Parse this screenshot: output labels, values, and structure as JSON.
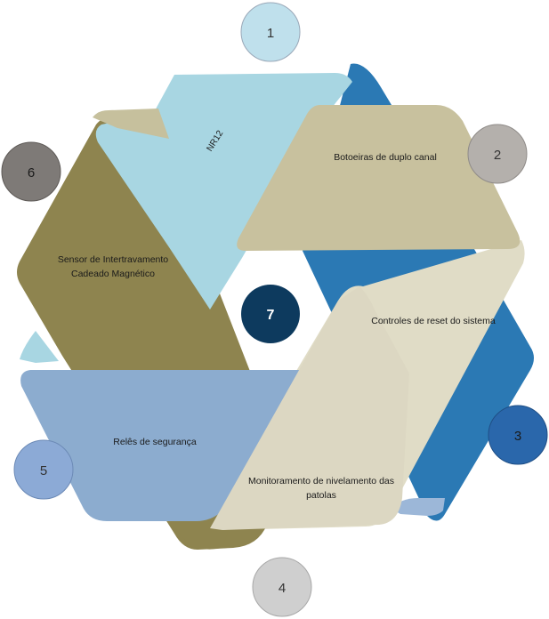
{
  "diagram": {
    "segments": [
      {
        "id": "s1",
        "label": "NR12",
        "color": "#a8d6e2"
      },
      {
        "id": "s2",
        "label": "Botoeiras de duplo canal",
        "color": "#c8c19e"
      },
      {
        "id": "s3",
        "label": "Controles de reset do sistema",
        "color": "#2b79b4"
      },
      {
        "id": "s4",
        "label_lines": [
          "Monitoramento de nivelamento das",
          "patolas"
        ],
        "color": "#dcd7c2"
      },
      {
        "id": "s5",
        "label": "Relês de segurança",
        "color": "#8caccf"
      },
      {
        "id": "s6",
        "label_lines": [
          "Sensor de Intertravamento",
          "Cadeado Magnético"
        ],
        "color": "#8e844f"
      }
    ],
    "circles": [
      {
        "number": "1",
        "color": "#bfe0ec",
        "text_color": "#333333"
      },
      {
        "number": "2",
        "color": "#b4b0ac",
        "text_color": "#333333"
      },
      {
        "number": "3",
        "color": "#2a67ab",
        "text_color": "#1a1a1a"
      },
      {
        "number": "4",
        "color": "#cfcfcf",
        "text_color": "#333333"
      },
      {
        "number": "5",
        "color": "#8caad6",
        "text_color": "#333333"
      },
      {
        "number": "6",
        "color": "#7e7a77",
        "text_color": "#1a1a1a"
      },
      {
        "number": "7",
        "color": "#0d3a5e",
        "text_color": "#ffffff"
      }
    ]
  }
}
